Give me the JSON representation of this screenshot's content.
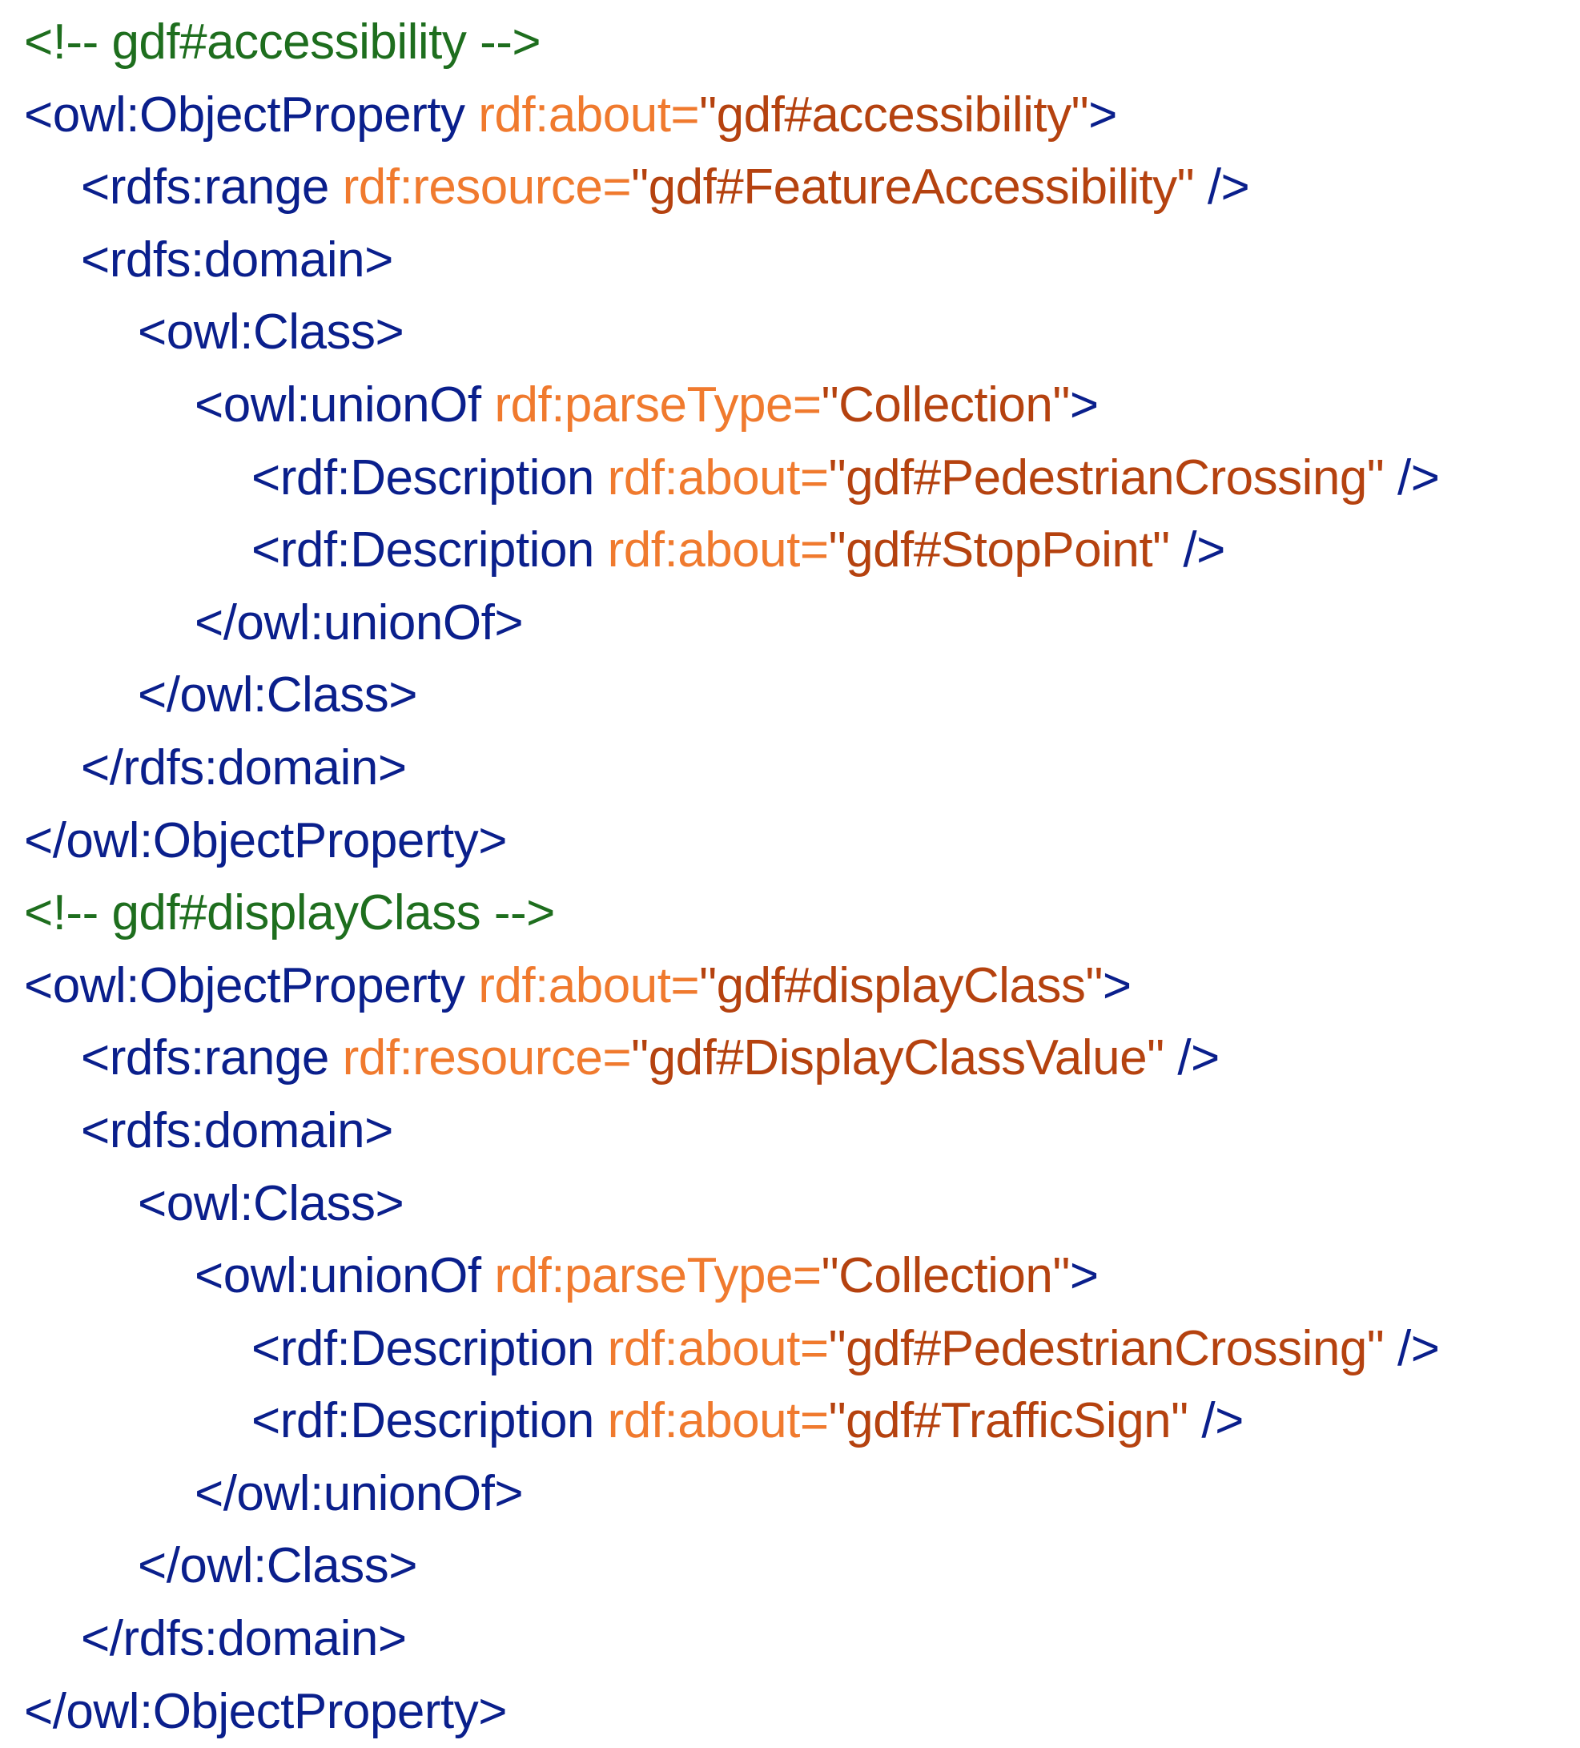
{
  "colors": {
    "comment": "#1e6e1e",
    "tag": "#0a1f8c",
    "attribute": "#f07a2e",
    "value": "#b5420f",
    "background": "#ffffff"
  },
  "lines": [
    {
      "indent": 0,
      "tokens": [
        {
          "type": "comment",
          "text": "<!-- gdf#accessibility -->"
        }
      ]
    },
    {
      "indent": 0,
      "tokens": [
        {
          "type": "tag",
          "text": "<owl:ObjectProperty "
        },
        {
          "type": "attr",
          "text": "rdf:about="
        },
        {
          "type": "value",
          "text": "\"gdf#accessibility\""
        },
        {
          "type": "tag",
          "text": ">"
        }
      ]
    },
    {
      "indent": 1,
      "tokens": [
        {
          "type": "tag",
          "text": "<rdfs:range "
        },
        {
          "type": "attr",
          "text": "rdf:resource="
        },
        {
          "type": "value",
          "text": "\"gdf#FeatureAccessibility\""
        },
        {
          "type": "tag",
          "text": " />"
        }
      ]
    },
    {
      "indent": 1,
      "tokens": [
        {
          "type": "tag",
          "text": "<rdfs:domain>"
        }
      ]
    },
    {
      "indent": 2,
      "tokens": [
        {
          "type": "tag",
          "text": "<owl:Class>"
        }
      ]
    },
    {
      "indent": 3,
      "tokens": [
        {
          "type": "tag",
          "text": "<owl:unionOf "
        },
        {
          "type": "attr",
          "text": "rdf:parseType="
        },
        {
          "type": "value",
          "text": "\"Collection\""
        },
        {
          "type": "tag",
          "text": ">"
        }
      ]
    },
    {
      "indent": 4,
      "tokens": [
        {
          "type": "tag",
          "text": "<rdf:Description "
        },
        {
          "type": "attr",
          "text": "rdf:about="
        },
        {
          "type": "value",
          "text": "\"gdf#PedestrianCrossing\""
        },
        {
          "type": "tag",
          "text": " />"
        }
      ]
    },
    {
      "indent": 4,
      "tokens": [
        {
          "type": "tag",
          "text": "<rdf:Description "
        },
        {
          "type": "attr",
          "text": "rdf:about="
        },
        {
          "type": "value",
          "text": "\"gdf#StopPoint\""
        },
        {
          "type": "tag",
          "text": " />"
        }
      ]
    },
    {
      "indent": 3,
      "tokens": [
        {
          "type": "tag",
          "text": "</owl:unionOf>"
        }
      ]
    },
    {
      "indent": 2,
      "tokens": [
        {
          "type": "tag",
          "text": "</owl:Class>"
        }
      ]
    },
    {
      "indent": 1,
      "tokens": [
        {
          "type": "tag",
          "text": "</rdfs:domain>"
        }
      ]
    },
    {
      "indent": 0,
      "tokens": [
        {
          "type": "tag",
          "text": "</owl:ObjectProperty>"
        }
      ]
    },
    {
      "indent": 0,
      "tokens": [
        {
          "type": "comment",
          "text": "<!-- gdf#displayClass -->"
        }
      ]
    },
    {
      "indent": 0,
      "tokens": [
        {
          "type": "tag",
          "text": "<owl:ObjectProperty "
        },
        {
          "type": "attr",
          "text": "rdf:about="
        },
        {
          "type": "value",
          "text": "\"gdf#displayClass\""
        },
        {
          "type": "tag",
          "text": ">"
        }
      ]
    },
    {
      "indent": 1,
      "tokens": [
        {
          "type": "tag",
          "text": "<rdfs:range "
        },
        {
          "type": "attr",
          "text": "rdf:resource="
        },
        {
          "type": "value",
          "text": "\"gdf#DisplayClassValue\""
        },
        {
          "type": "tag",
          "text": " />"
        }
      ]
    },
    {
      "indent": 1,
      "tokens": [
        {
          "type": "tag",
          "text": "<rdfs:domain>"
        }
      ]
    },
    {
      "indent": 2,
      "tokens": [
        {
          "type": "tag",
          "text": "<owl:Class>"
        }
      ]
    },
    {
      "indent": 3,
      "tokens": [
        {
          "type": "tag",
          "text": "<owl:unionOf "
        },
        {
          "type": "attr",
          "text": "rdf:parseType="
        },
        {
          "type": "value",
          "text": "\"Collection\""
        },
        {
          "type": "tag",
          "text": ">"
        }
      ]
    },
    {
      "indent": 4,
      "tokens": [
        {
          "type": "tag",
          "text": "<rdf:Description "
        },
        {
          "type": "attr",
          "text": "rdf:about="
        },
        {
          "type": "value",
          "text": "\"gdf#PedestrianCrossing\""
        },
        {
          "type": "tag",
          "text": " />"
        }
      ]
    },
    {
      "indent": 4,
      "tokens": [
        {
          "type": "tag",
          "text": "<rdf:Description "
        },
        {
          "type": "attr",
          "text": "rdf:about="
        },
        {
          "type": "value",
          "text": "\"gdf#TrafficSign\""
        },
        {
          "type": "tag",
          "text": " />"
        }
      ]
    },
    {
      "indent": 3,
      "tokens": [
        {
          "type": "tag",
          "text": "</owl:unionOf>"
        }
      ]
    },
    {
      "indent": 2,
      "tokens": [
        {
          "type": "tag",
          "text": "</owl:Class>"
        }
      ]
    },
    {
      "indent": 1,
      "tokens": [
        {
          "type": "tag",
          "text": "</rdfs:domain>"
        }
      ]
    },
    {
      "indent": 0,
      "tokens": [
        {
          "type": "tag",
          "text": "</owl:ObjectProperty>"
        }
      ]
    }
  ]
}
